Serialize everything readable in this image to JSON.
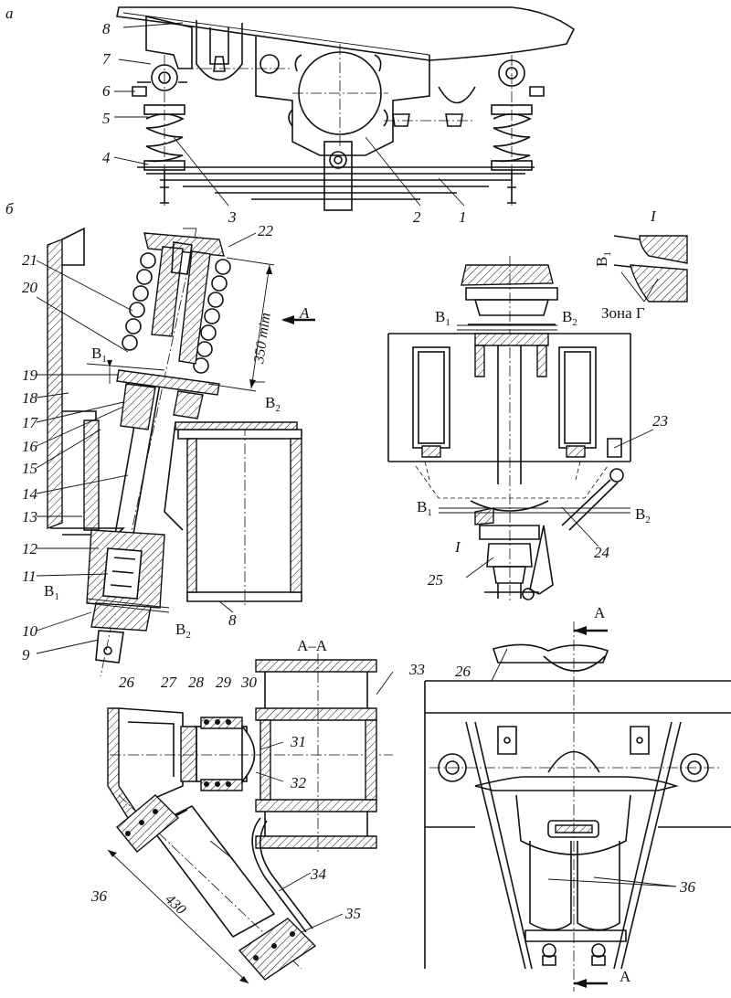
{
  "panels": {
    "a": "а",
    "b": "б"
  },
  "parts": {
    "p1": "1",
    "p2": "2",
    "p3": "3",
    "p4": "4",
    "p5": "5",
    "p6": "6",
    "p7": "7",
    "p8": "8",
    "p8b": "8",
    "p9": "9",
    "p10": "10",
    "p11": "11",
    "p12": "12",
    "p13": "13",
    "p14": "14",
    "p15": "15",
    "p16": "16",
    "p17": "17",
    "p18": "18",
    "p19": "19",
    "p20": "20",
    "p21": "21",
    "p22": "22",
    "p23": "23",
    "p24": "24",
    "p25": "25",
    "p26": "26",
    "p26b": "26",
    "p27": "27",
    "p28": "28",
    "p29": "29",
    "p30": "30",
    "p31": "31",
    "p32": "32",
    "p33": "33",
    "p34": "34",
    "p35": "35",
    "p36": "36",
    "p36b": "36"
  },
  "dimensions": {
    "d350": "350 mim",
    "d430": "430"
  },
  "gaps": {
    "B": "В",
    "sub1": "1",
    "sub2": "2"
  },
  "views": {
    "arrowA": "A",
    "sectionAA": "А–А",
    "detailI": "I",
    "zone": "Зона Г"
  }
}
